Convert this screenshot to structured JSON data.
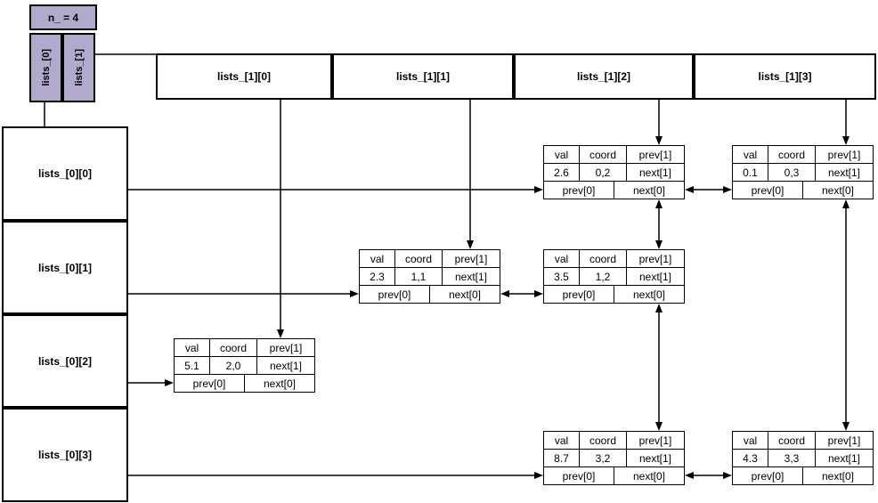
{
  "meta": {
    "n_label": "n_ = 4"
  },
  "level_tabs": [
    {
      "label": "lists_[0]"
    },
    {
      "label": "lists_[1]"
    }
  ],
  "top_headers": [
    {
      "label": "lists_[1][0]"
    },
    {
      "label": "lists_[1][1]"
    },
    {
      "label": "lists_[1][2]"
    },
    {
      "label": "lists_[1][3]"
    }
  ],
  "left_headers": [
    {
      "label": "lists_[0][0]"
    },
    {
      "label": "lists_[0][1]"
    },
    {
      "label": "lists_[0][2]"
    },
    {
      "label": "lists_[0][3]"
    }
  ],
  "node_labels": {
    "val": "val",
    "coord": "coord",
    "prev1": "prev[1]",
    "next1": "next[1]",
    "prev0": "prev[0]",
    "next0": "next[0]"
  },
  "nodes": [
    {
      "val": "2.6",
      "coord": "0,2"
    },
    {
      "val": "0.1",
      "coord": "0,3"
    },
    {
      "val": "2.3",
      "coord": "1,1"
    },
    {
      "val": "3.5",
      "coord": "1,2"
    },
    {
      "val": "5.1",
      "coord": "2,0"
    },
    {
      "val": "8.7",
      "coord": "3,2"
    },
    {
      "val": "4.3",
      "coord": "3,3"
    }
  ],
  "colors": {
    "tab_bg": "#b2aacc",
    "line": "#000000",
    "background": "#ffffff"
  }
}
